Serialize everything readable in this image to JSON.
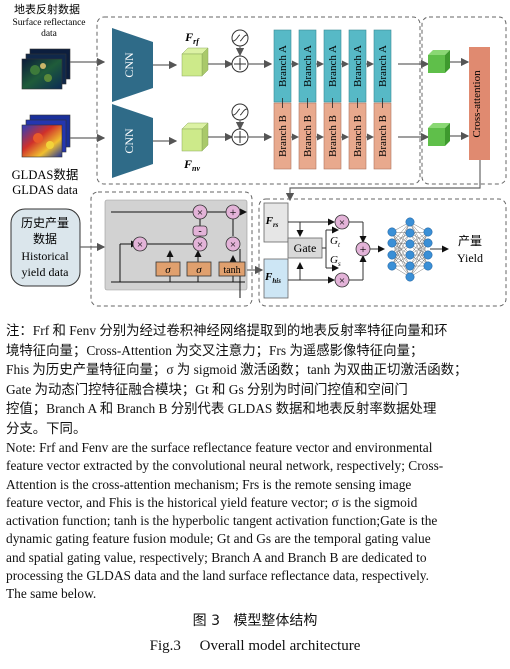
{
  "diagram": {
    "input_top_cn": "地表反射数据",
    "input_top_en": "Surface reflectance",
    "input_top_en2": "data",
    "input_bottom_cn": "GLDAS数据",
    "input_bottom_en": "GLDAS data",
    "cnn_label": "CNN",
    "f_rf": "F",
    "f_rf_sub": "rf",
    "f_nv": "F",
    "f_nv_sub": "nv",
    "branch_a": "Branch A",
    "branch_b": "Branch B",
    "cross_attention": "Cross-attention",
    "history_cn1": "历史产量",
    "history_cn2": "数据",
    "history_en1": "Historical",
    "history_en2": "yield data",
    "sigma": "σ",
    "tanh": "tanh",
    "minus": "-",
    "f_rs": "F",
    "f_rs_sub": "rs",
    "f_his": "F",
    "f_his_sub": "his",
    "gate": "Gate",
    "g_t": "G",
    "g_t_sub": "t",
    "g_s": "G",
    "g_s_sub": "s",
    "yield_cn": "产量",
    "yield_en": "Yield"
  },
  "note_cn": {
    "l1": "注：Frf 和 Fenv 分别为经过卷积神经网络提取到的地表反射率特征向量和环",
    "l2": "境特征向量；Cross-Attention 为交叉注意力；Frs 为遥感影像特征向量；",
    "l3": "Fhis 为历史产量特征向量；σ 为 sigmoid 激活函数；tanh 为双曲正切激活函数；",
    "l4": "Gate 为动态门控特征融合模块；Gt 和 Gs 分别为时间门控值和空间门",
    "l5": "控值；Branch A 和 Branch B 分别代表 GLDAS 数据和地表反射率数据处理",
    "l6": "分支。下同。"
  },
  "note_en": {
    "l1": "Note: Frf and Fenv are the surface reflectance feature vector and environmental",
    "l2": "feature vector extracted by the convolutional neural network, respectively; Cross-",
    "l3": "Attention is the cross-attention mechanism; Frs is the remote sensing image",
    "l4": "feature vector, and Fhis is the historical yield feature vector; σ is the sigmoid",
    "l5": "activation function; tanh is the hyperbolic tangent activation function;Gate is the",
    "l6": "dynamic gating feature fusion module; Gt and Gs are the temporal gating value",
    "l7": "and spatial gating value, respectively; Branch A and Branch B are dedicated to",
    "l8": "processing the GLDAS data and the land surface reflectance data, respectively.",
    "l9": "The same below."
  },
  "caption_cn": "图 3   模型整体结构",
  "caption_en": "Fig.3     Overall model architecture",
  "colors": {
    "cnn": "#2f6b88",
    "feature": "#cdea8a",
    "branch_a": "#57b9c6",
    "branch_b": "#e8a98d",
    "cross_attention": "#e08a70",
    "green_cube": "#5fbf4a",
    "gate_pink": "#e3b3d8",
    "lstm_bg": "#d2d2d2",
    "nn_node": "#3a8fd6"
  }
}
